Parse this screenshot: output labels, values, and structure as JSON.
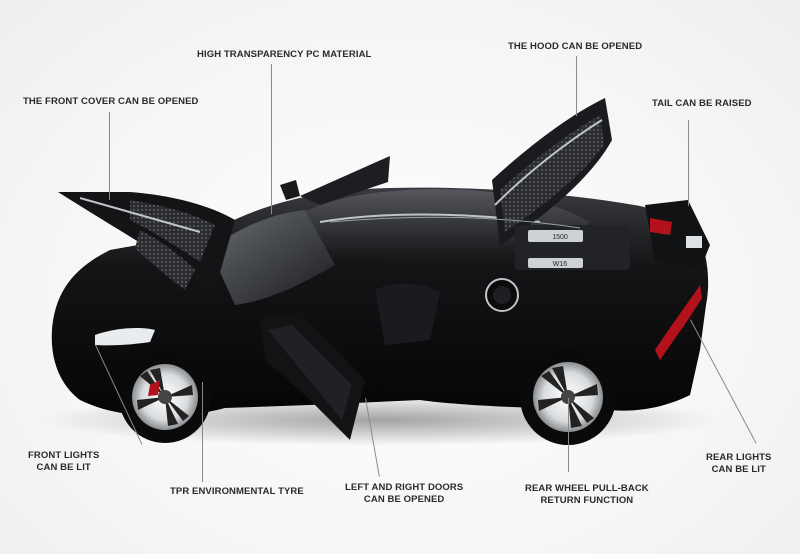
{
  "callouts": {
    "high_transparency": "HIGH TRANSPARENCY PC MATERIAL",
    "hood": "THE HOOD CAN BE OPENED",
    "front_cover": "THE FRONT COVER CAN BE OPENED",
    "tail": "TAIL CAN BE RAISED",
    "front_lights": [
      "FRONT LIGHTS",
      "CAN BE LIT"
    ],
    "tyre": "TPR ENVIRONMENTAL TYRE",
    "doors": [
      "LEFT AND RIGHT DOORS",
      "CAN BE OPENED"
    ],
    "pullback": [
      "REAR WHEEL PULL-BACK",
      "RETURN FUNCTION"
    ],
    "rear_lights": [
      "REAR LIGHTS",
      "CAN BE LIT"
    ]
  },
  "engine_labels": [
    "1500",
    "W16"
  ],
  "colors": {
    "body": "#0d0d0f",
    "accent": "#c0c4c8",
    "light": "#b3121c",
    "text": "#2a2a2a"
  }
}
